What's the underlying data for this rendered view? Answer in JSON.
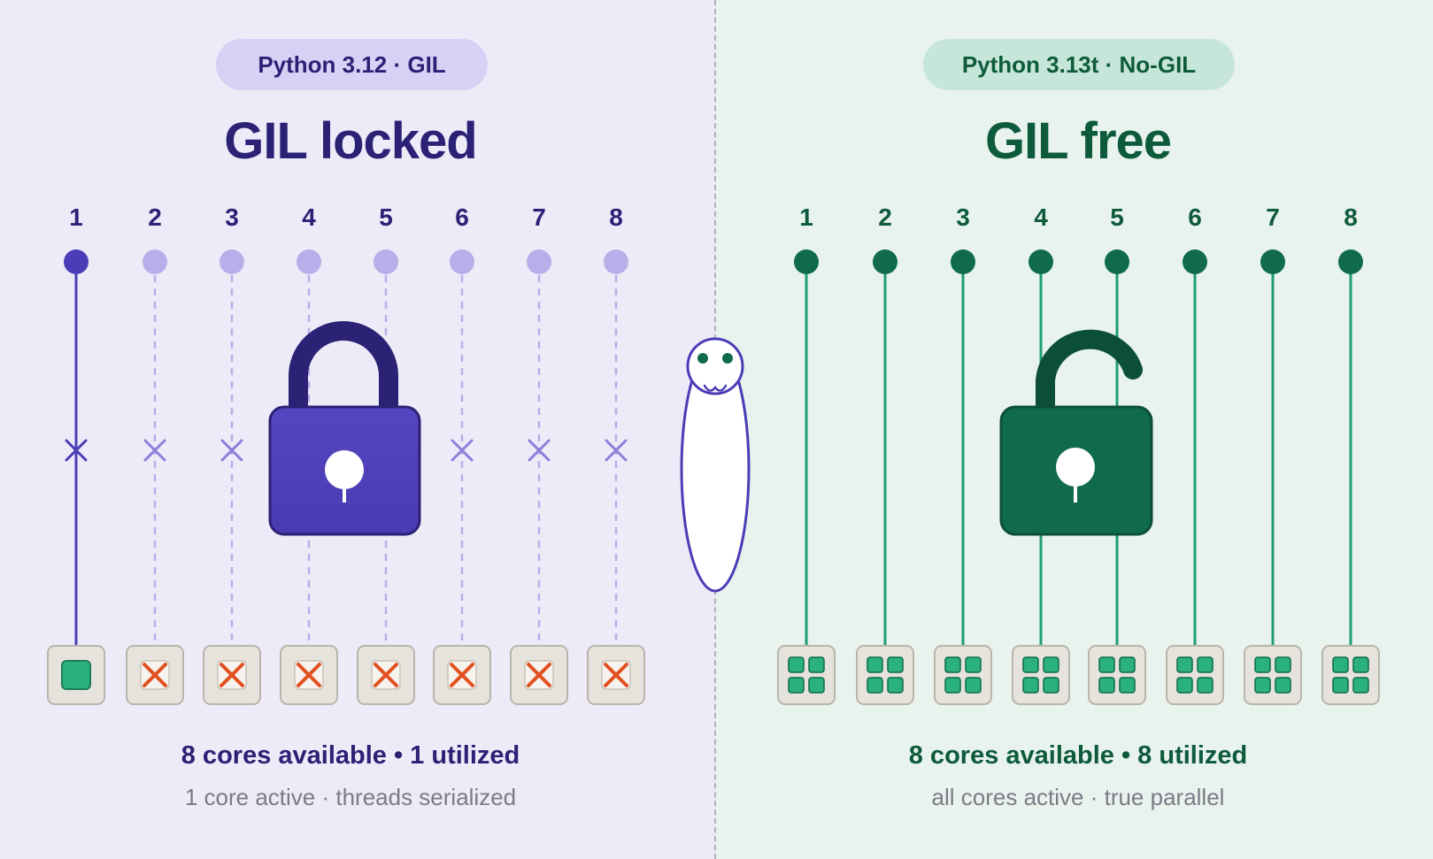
{
  "left": {
    "version_pill": "Python 3.12 · GIL",
    "title": "GIL locked",
    "threads": [
      "1",
      "2",
      "3",
      "4",
      "5",
      "6",
      "7",
      "8"
    ],
    "active_threads": 1,
    "summary": "8 cores available • 1 utilized",
    "detail": "1 core active · threads serialized",
    "lock_state": "locked",
    "colors": {
      "primary": "#4b3db7",
      "dark": "#2b2175",
      "faded": "#b9aee9",
      "blocked_mark": "#e2501f",
      "active_core": "#2bb07f",
      "background": "#eeebf9"
    }
  },
  "right": {
    "version_pill": "Python 3.13t · No-GIL",
    "title": "GIL free",
    "threads": [
      "1",
      "2",
      "3",
      "4",
      "5",
      "6",
      "7",
      "8"
    ],
    "active_threads": 8,
    "summary": "8 cores available • 8 utilized",
    "detail": "all cores active · true parallel",
    "lock_state": "unlocked",
    "colors": {
      "primary": "#0f6b4c",
      "line": "#1f9e70",
      "core_cell": "#2bb07f",
      "background": "#e8f3ee"
    }
  },
  "mascot": "snake-icon"
}
